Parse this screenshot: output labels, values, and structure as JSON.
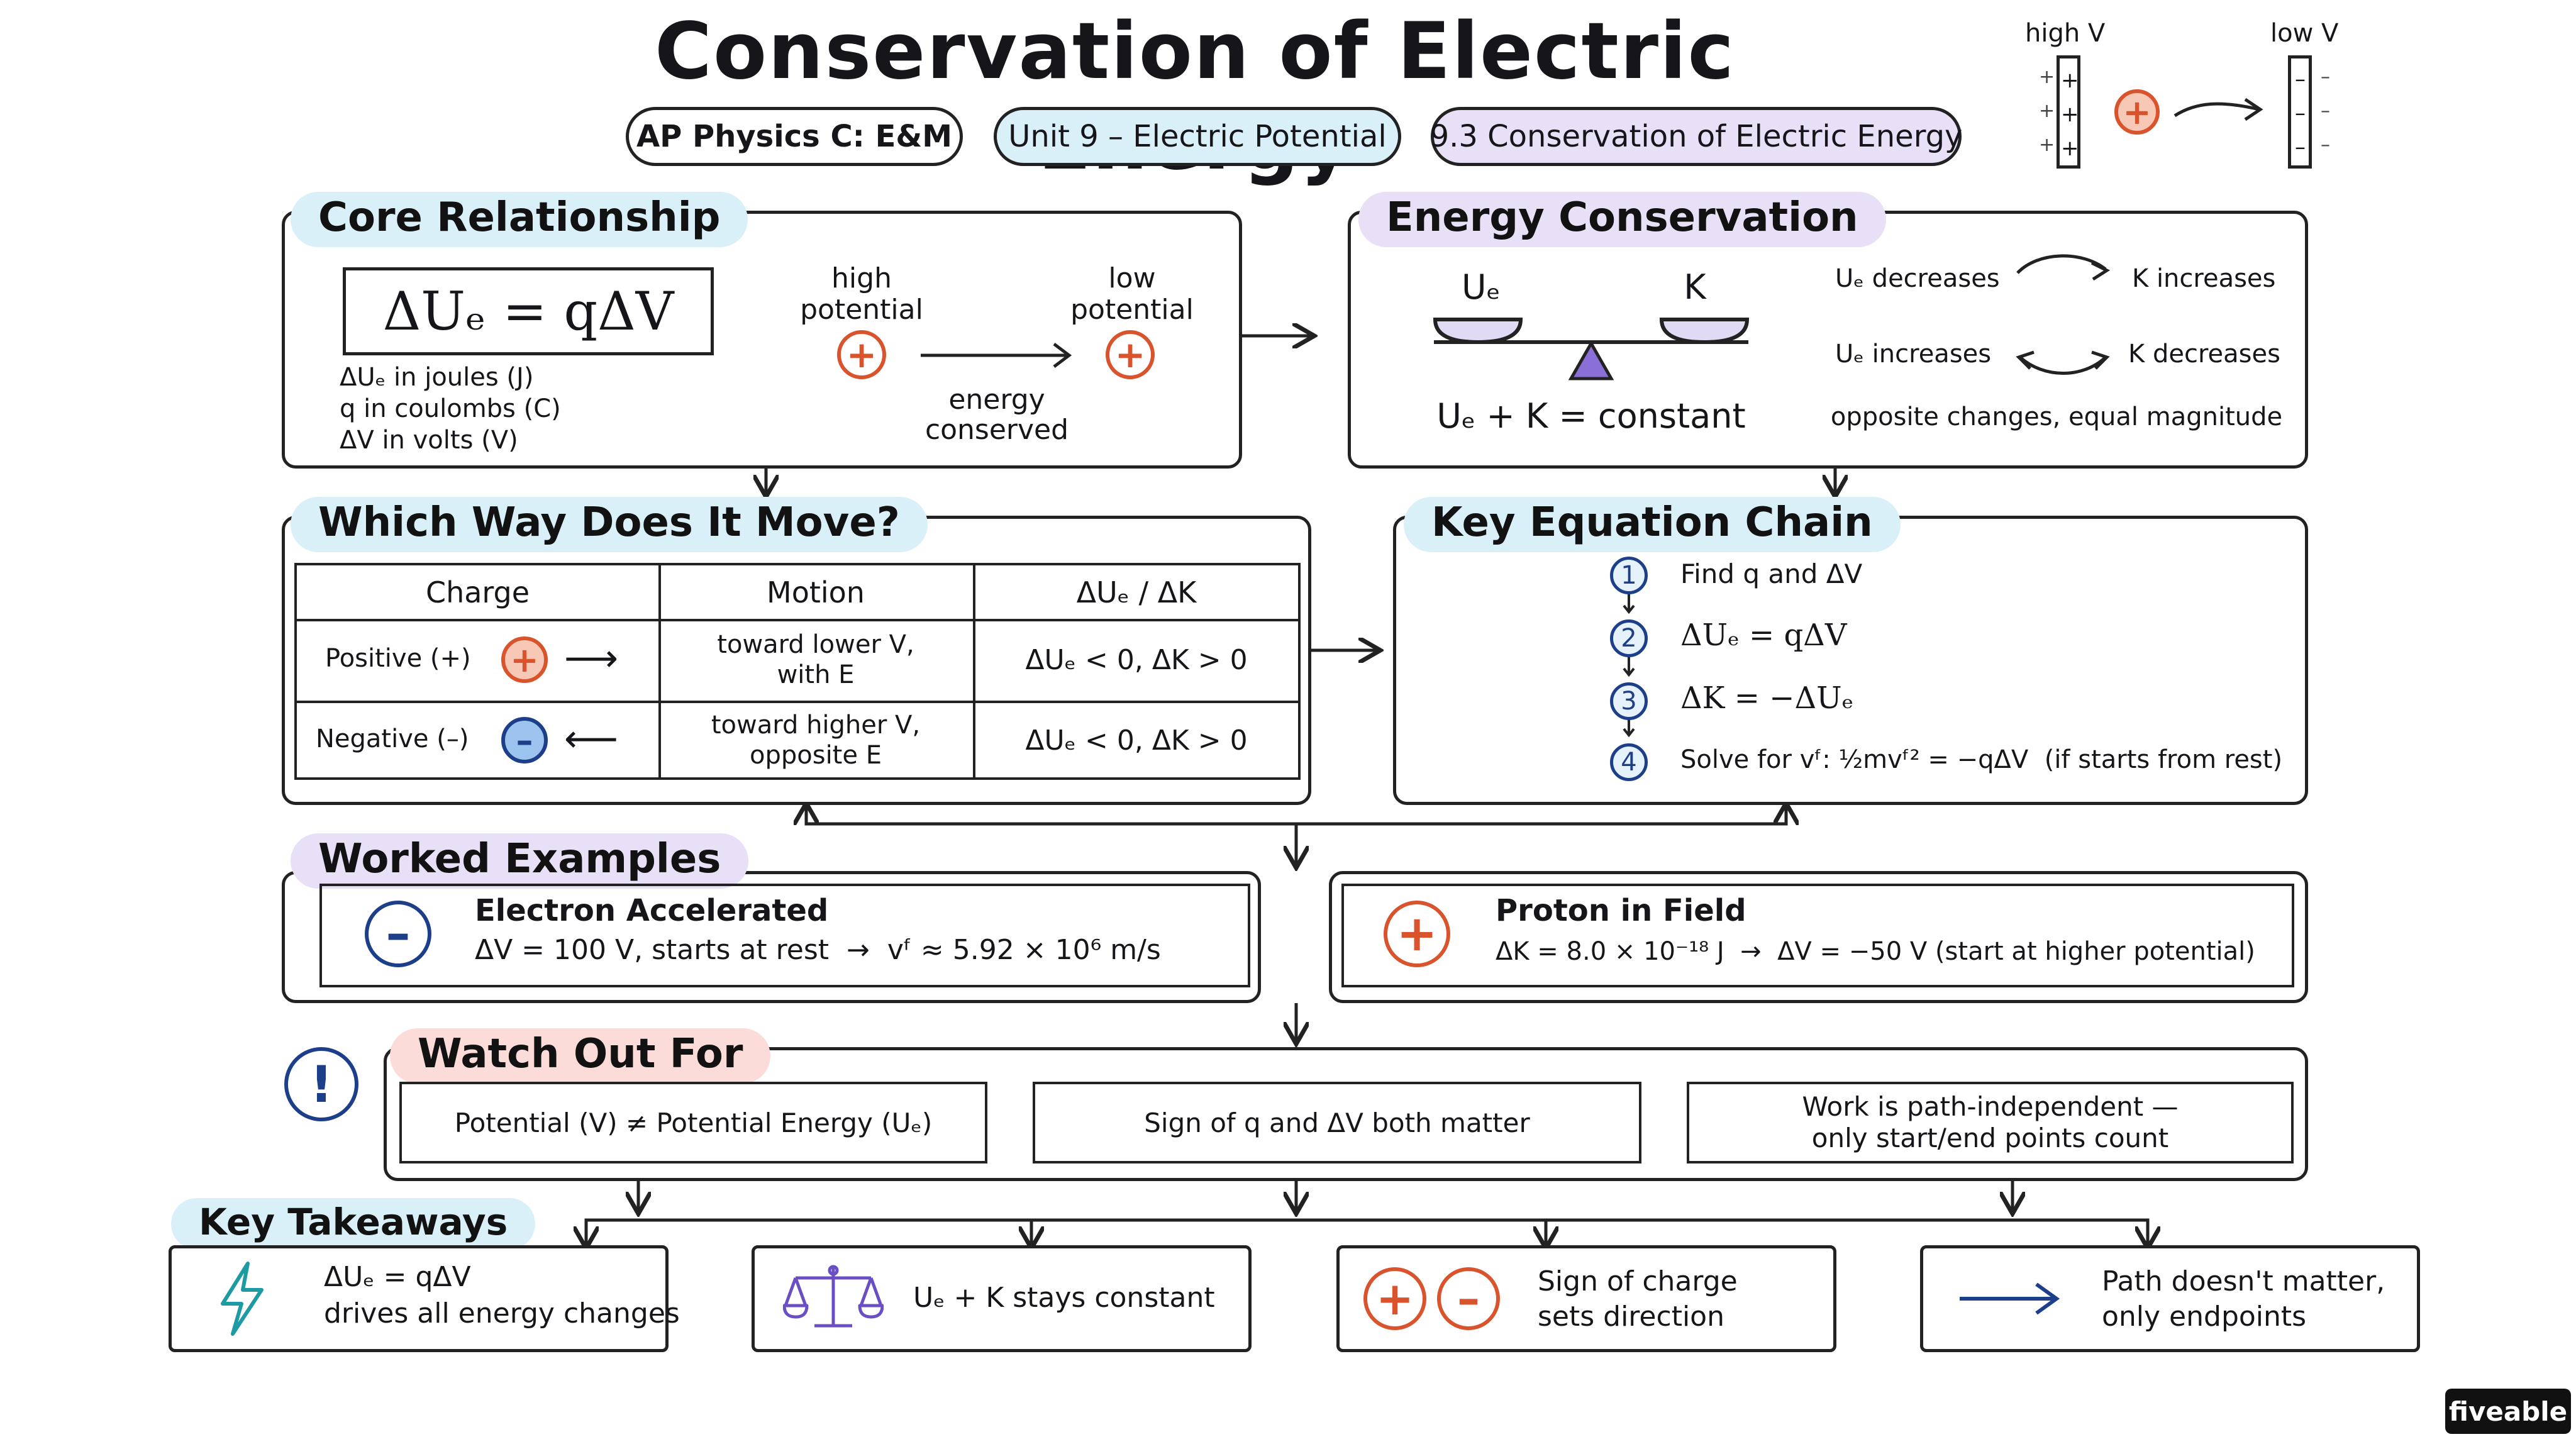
{
  "title": "Conservation of Electric Energy",
  "pills": [
    "AP Physics C: E&M",
    "Unit 9 – Electric Potential",
    "9.3 Conservation of Electric Energy"
  ],
  "header_diagram": {
    "high_label": "high V",
    "low_label": "low V",
    "charge": "+",
    "plate_pos": "+",
    "plate_neg": "–"
  },
  "core": {
    "heading": "Core Relationship",
    "equation": "ΔUₑ = qΔV",
    "units": [
      "ΔUₑ in joules (J)",
      "q in coulombs (C)",
      "ΔV in volts (V)"
    ],
    "high": "high\npotential",
    "low": "low\npotential",
    "conserved": "energy\nconserved"
  },
  "energy": {
    "heading": "Energy Conservation",
    "left_label": "Uₑ",
    "right_label": "K",
    "formula": "Uₑ + K = constant",
    "row1_left": "Uₑ decreases",
    "row1_right": "K increases",
    "row2_left": "Uₑ increases",
    "row2_right": "K decreases",
    "note": "opposite changes, equal magnitude"
  },
  "which_way": {
    "heading": "Which Way Does It Move?",
    "columns": [
      "Charge",
      "Motion",
      "ΔUₑ / ΔK"
    ],
    "rows": [
      {
        "charge": "Positive (+)",
        "symbol": "+",
        "arrow": "⟶",
        "motion": "toward lower V,\nwith E",
        "change": "ΔUₑ < 0, ΔK > 0"
      },
      {
        "charge": "Negative (–)",
        "symbol": "–",
        "arrow": "⟵",
        "motion": "toward higher V,\nopposite E",
        "change": "ΔUₑ < 0, ΔK > 0"
      }
    ]
  },
  "chain": {
    "heading": "Key Equation Chain",
    "steps": [
      {
        "n": "1",
        "text": "Find q and ΔV"
      },
      {
        "n": "2",
        "text": "ΔUₑ = qΔV"
      },
      {
        "n": "3",
        "text": "ΔK = −ΔUₑ"
      },
      {
        "n": "4",
        "text": "Solve for vᶠ: ½mvᶠ² = −qΔV  (if starts from rest)"
      }
    ]
  },
  "worked": {
    "heading": "Worked Examples",
    "electron_title": "Electron Accelerated",
    "electron_text": "ΔV = 100 V, starts at rest  →  vᶠ ≈ 5.92 × 10⁶ m/s",
    "proton_title": "Proton in Field",
    "proton_text": "ΔK = 8.0 × 10⁻¹⁸ J  →  ΔV = −50 V (start at higher potential)"
  },
  "watch": {
    "heading": "Watch Out For",
    "mark": "!",
    "items": [
      "Potential (V) ≠ Potential Energy (Uₑ)",
      "Sign of q and ΔV both matter",
      "Work is path-independent —\nonly start/end points count"
    ]
  },
  "takeaways": {
    "heading": "Key Takeaways",
    "items": [
      {
        "icon": "lightning-icon",
        "text": "ΔUₑ = qΔV\ndrives all energy changes"
      },
      {
        "icon": "balance-scale-icon",
        "text": "Uₑ + K stays constant"
      },
      {
        "icon": "charges-icon",
        "text": "Sign of charge\nsets direction"
      },
      {
        "icon": "arrow-right-icon",
        "text": "Path doesn't matter,\nonly endpoints"
      }
    ]
  },
  "brand": "fiveable",
  "colors": {
    "positive": "#d9532c",
    "negative": "#1d3f8a",
    "highlight_blue": "#d9f0f9",
    "highlight_purple": "#e7e0f7",
    "highlight_pink": "#fbdcd8",
    "teal": "#1e9aa3",
    "violet": "#6a4fc4"
  }
}
